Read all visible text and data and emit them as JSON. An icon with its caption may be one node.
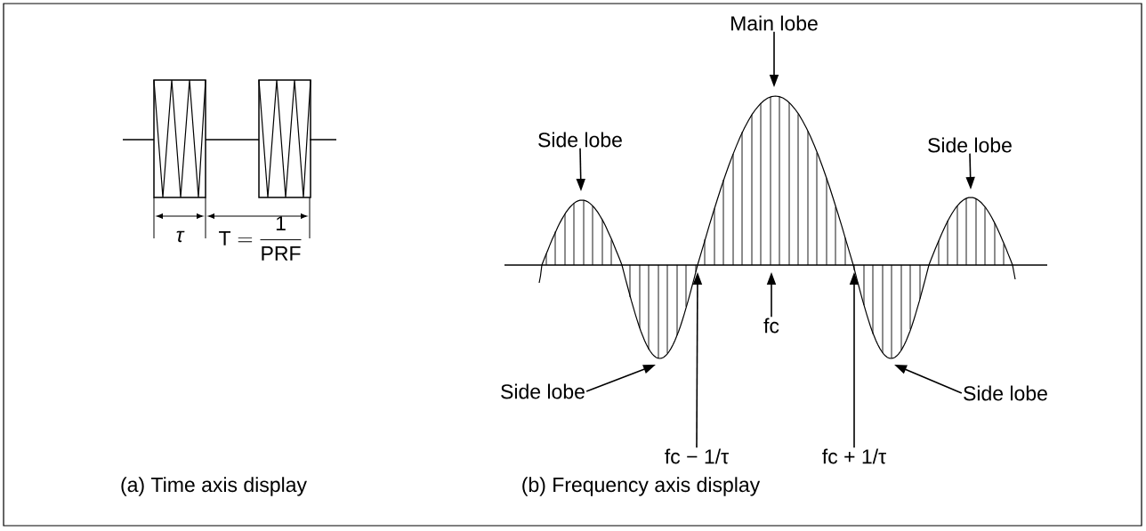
{
  "diagram": {
    "nodes": [
      {
        "text": [
          "Main lobe"
        ]
      },
      {
        "text": [
          "Side lobe"
        ]
      },
      {
        "text": [
          "Side lobe"
        ]
      },
      {
        "text": [
          "Side lobe"
        ]
      },
      {
        "text": [
          "Side lobe"
        ]
      },
      {
        "text": [
          "fc"
        ]
      },
      {
        "text": [
          "fc − 1/τ"
        ]
      },
      {
        "text": [
          "fc + 1/τ"
        ]
      }
    ],
    "edges": [
      {
        "from": 0,
        "to": null,
        "arrow": "to"
      },
      {
        "from": 1,
        "to": null,
        "arrow": "to"
      },
      {
        "from": 2,
        "to": null,
        "arrow": "to"
      },
      {
        "from": 3,
        "to": null,
        "arrow": "to"
      },
      {
        "from": 4,
        "to": null,
        "arrow": "to"
      },
      {
        "from": 5,
        "to": null,
        "arrow": "to"
      },
      {
        "from": 6,
        "to": null,
        "arrow": "to"
      },
      {
        "from": 7,
        "to": null,
        "arrow": "to"
      }
    ],
    "labels": [
      "τ",
      "\\mathsf{T}=\\frac{\\mathsf{1}}{\\mathsf{PRF}}",
      "(a)  Time axis display",
      "(b)  Frequency axis display"
    ]
  }
}
